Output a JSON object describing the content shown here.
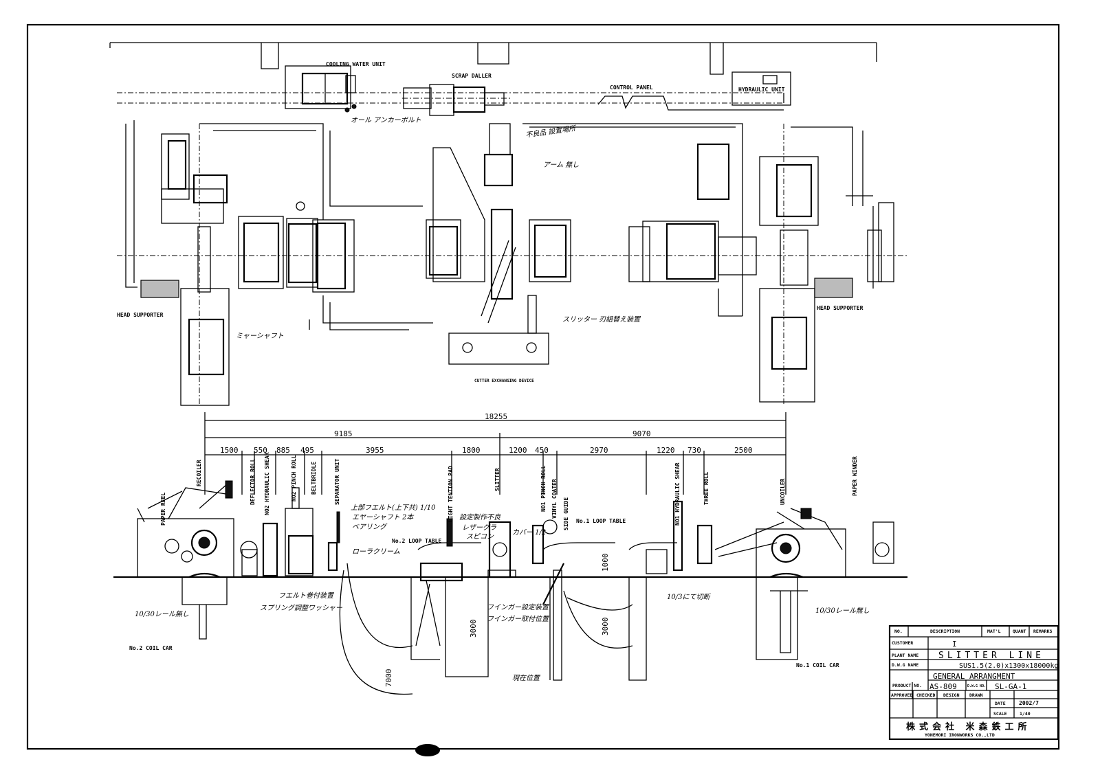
{
  "plan_view": {
    "labels": {
      "cooling_water_unit": "COOLING WATER UNIT",
      "scrap_daller": "SCRAP DALLER",
      "control_panel": "CONTROL PANEL",
      "hydraulic_unit": "HYDRAULIC UNIT",
      "head_supporter_left": "HEAD SUPPORTER",
      "head_supporter_right": "HEAD SUPPORTER",
      "cutter_exchanging_device": "CUTTER EXCHANGING DEVICE"
    },
    "notes": {
      "anchor_bolt": "オール アンカーボルト",
      "defect_area": "不良品 設置場所",
      "arm_note": "アーム 無し",
      "mirror_shaft": "ミャーシャフト",
      "slitter_turn": "スリッター 刃組替え装置"
    }
  },
  "dimensions": {
    "overall": "18255",
    "halves": [
      "9185",
      "9070"
    ],
    "segments": [
      "1500",
      "550",
      "885",
      "495",
      "3955",
      "1800",
      "1200",
      "450",
      "2970",
      "1220",
      "730",
      "2500"
    ],
    "vertical": [
      "1000",
      "3000",
      "3000",
      "7000"
    ]
  },
  "elevation_view": {
    "stations": [
      "PAPER REEL",
      "RECOILER",
      "DEFLECTOR ROLL",
      "NO2 HYDRAULIC SHEAR",
      "NO2 PINCH ROLL",
      "BELTBRIDLE",
      "SEPARATOR UNIT",
      "LIGHT TENTION PAD",
      "SLITTER",
      "NO1 PINCH ROLL",
      "VINYL COATER",
      "SIDE GUIDE",
      "NO1 HYDRAULIC SHEAR",
      "THREE ROLL",
      "UNCOILER",
      "PAPER WINDER"
    ],
    "loop_tables": [
      "No.2 LOOP TABLE",
      "No.1 LOOP TABLE"
    ],
    "coil_cars": [
      "No.2 COIL CAR",
      "No.1 COIL CAR"
    ],
    "notes": {
      "felt_note_1": "上部フエルト(上下共) 1/10",
      "felt_note_2": "エヤーシャフト 2本",
      "felt_note_3": "ベアリング",
      "felt_note_4": "ローラクリーム",
      "pad_note_1": "設定製作不良",
      "pad_note_2": "レザーグラ",
      "pad_note_3": "スピコン",
      "cover_note": "カバー 1/2",
      "felt_device": "フエルト巻付装置",
      "spring_washer": "スプリング調整ワッシャー",
      "finger_setting": "フインガー設定装置",
      "finger_mount": "フインガー取付位置",
      "current_pos": "現在位置",
      "cut_note": "10/3にて切断",
      "rail_left": "10/30レール無し",
      "rail_right": "10/30レール無し"
    }
  },
  "title_block": {
    "headers": [
      "NO.",
      "DESCRIPTION",
      "MAT'L",
      "QUANT",
      "REMARKS"
    ],
    "customer_label": "CUSTOMER",
    "customer_value": "I",
    "plant_name_label": "PLANT NAME",
    "plant_name": "SLITTER LINE",
    "dwg_name_label": "D.W.G NAME",
    "dwg_spec": "SUS1.5(2.0)x1300x18000kg",
    "dwg_title": "GENERAL ARRANGMENT",
    "product_no_label": "PRODUCT NO.",
    "product_no": "AS-809",
    "dwg_no_label": "D.W.G NO.",
    "dwg_no": "SL-GA-1",
    "sign_labels": [
      "APPROVED",
      "CHECKED",
      "DESIGN",
      "DRAWN"
    ],
    "date_label": "DATE",
    "date": "2002/7",
    "scale_label": "SCALE",
    "scale": "1/40",
    "company_jp": "株式会社 米森鉄工所",
    "company_en": "YONEMORI IRONWORKS CO.,LTD"
  }
}
